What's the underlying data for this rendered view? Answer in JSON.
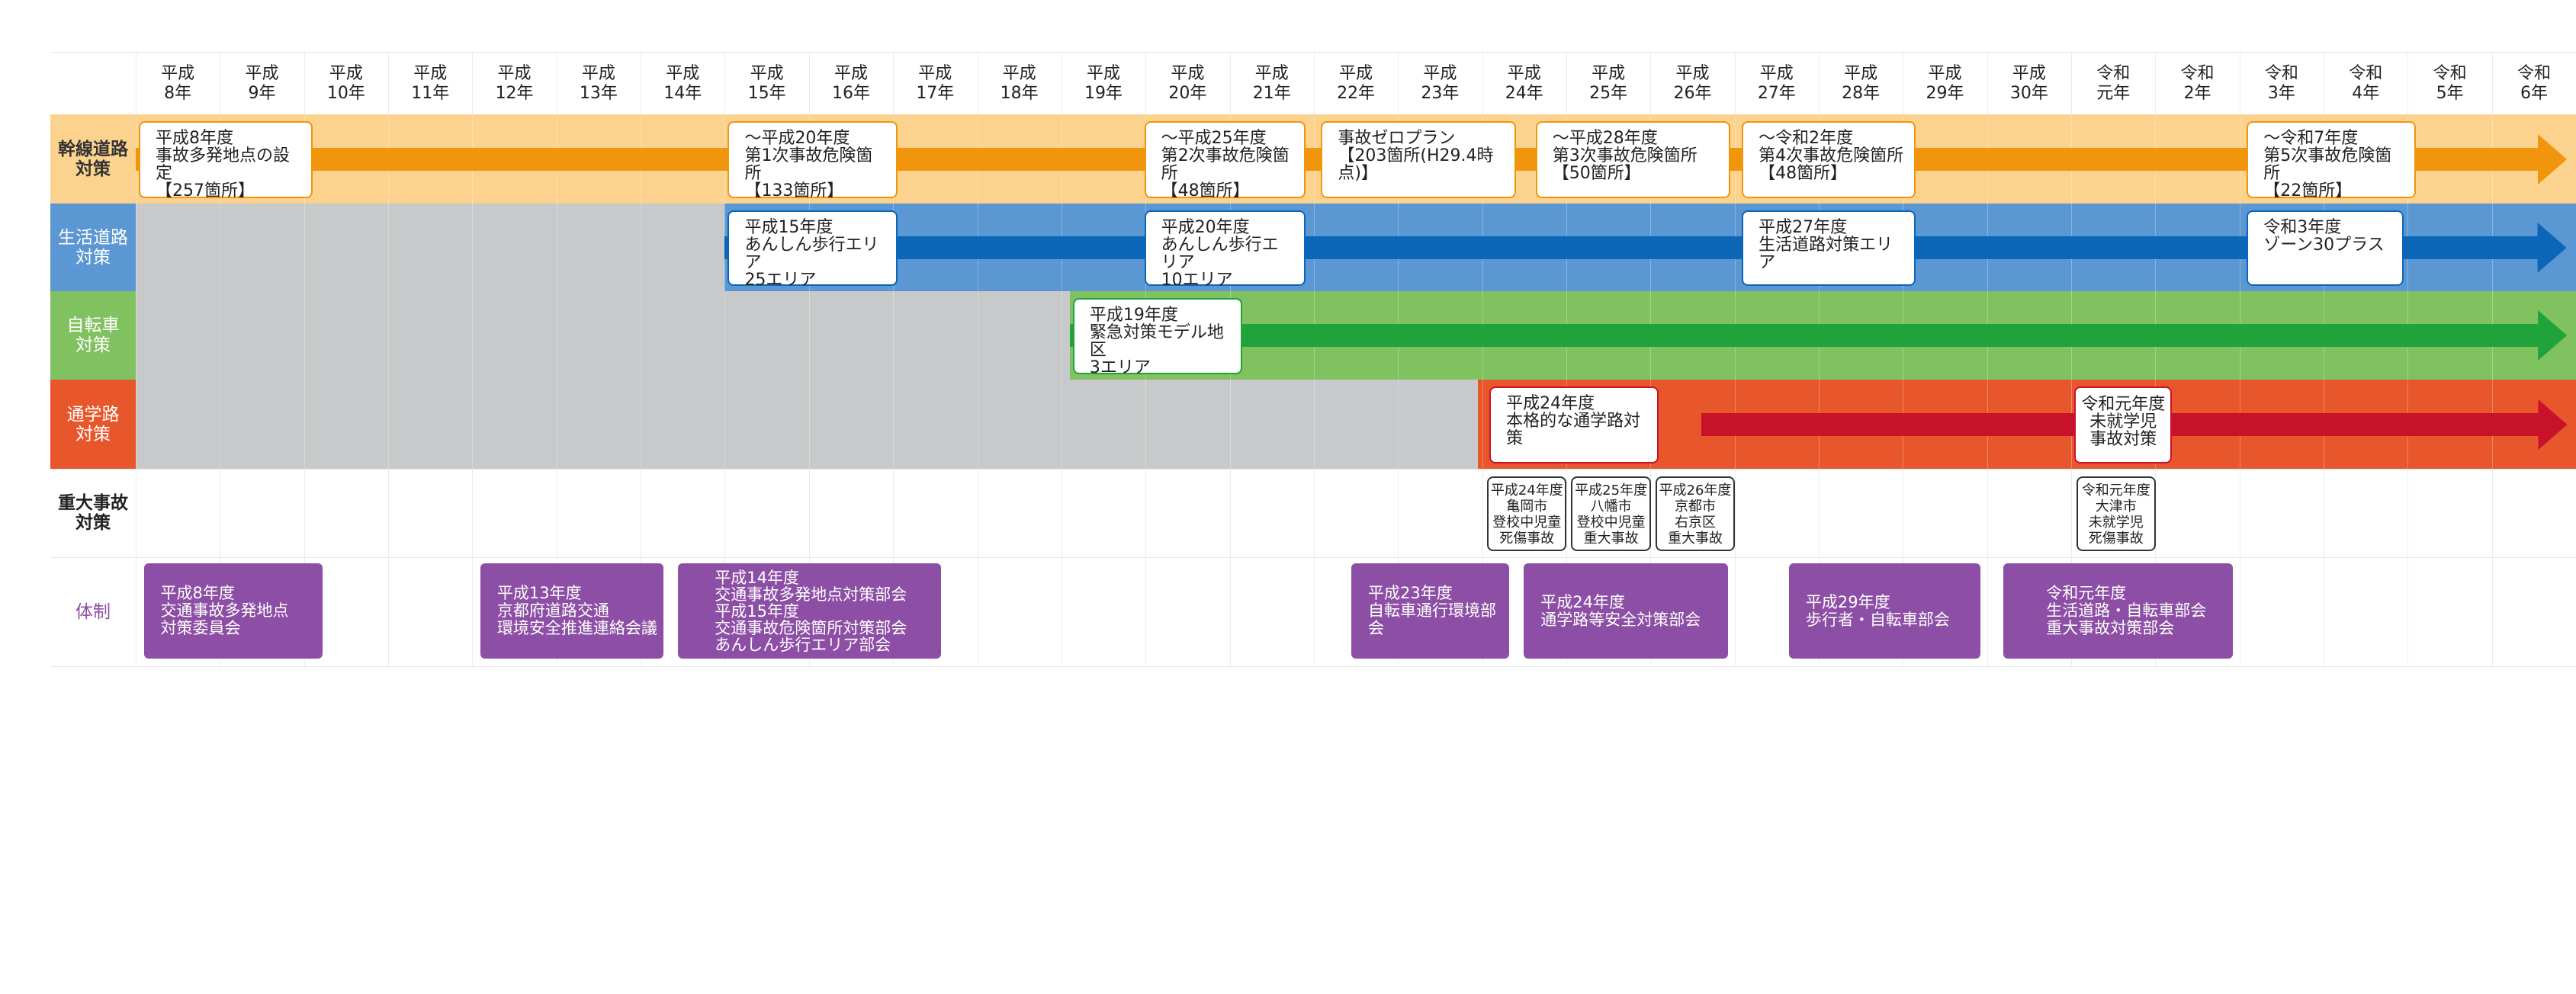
{
  "colors": {
    "kansen_band": "#fbd38e",
    "kansen_arrow": "#f0950c",
    "kansen_label": "#f0950c",
    "seikatsu_band": "#5b97d3",
    "seikatsu_arrow": "#0b66b8",
    "seikatsu_label": "#2a7cc7",
    "jitensha_band": "#80c160",
    "jitensha_arrow": "#1fa33a",
    "jitensha_label": "#3aa23a",
    "tsugaku_band": "#e8562c",
    "tsugaku_arrow": "#c8112b",
    "tsugaku_label": "#e8562c",
    "taisei_label": "#8d4fa5",
    "gray_zone": "#c8c9ca"
  },
  "years": [
    "平成\n8年",
    "平成\n9年",
    "平成\n10年",
    "平成\n11年",
    "平成\n12年",
    "平成\n13年",
    "平成\n14年",
    "平成\n15年",
    "平成\n16年",
    "平成\n17年",
    "平成\n18年",
    "平成\n19年",
    "平成\n20年",
    "平成\n21年",
    "平成\n22年",
    "平成\n23年",
    "平成\n24年",
    "平成\n25年",
    "平成\n26年",
    "平成\n27年",
    "平成\n28年",
    "平成\n29年",
    "平成\n30年",
    "令和\n元年",
    "令和\n2年",
    "令和\n3年",
    "令和\n4年",
    "令和\n5年",
    "令和\n6年"
  ],
  "rows": {
    "kansen": {
      "label": "幹線道路\n対策",
      "arrow_start_year": 0,
      "boxes": [
        {
          "text": "平成8年度\n事故多発地点の設定\n【257箇所】",
          "start_year": 0,
          "span_years": 2.1
        },
        {
          "text": "～平成20年度\n第1次事故危険箇所\n【133箇所】",
          "start_year": 7,
          "span_years": 2.05
        },
        {
          "text": "～平成25年度\n第2次事故危険箇所\n【48箇所】",
          "start_year": 11.95,
          "span_years": 1.95
        },
        {
          "text": "事故ゼロプラン\n【203箇所(H29.4時点)】",
          "start_year": 14.05,
          "span_years": 2.35
        },
        {
          "text": "～平成28年度\n第3次事故危険箇所\n【50箇所】",
          "start_year": 16.6,
          "span_years": 2.35
        },
        {
          "text": "～令和2年度\n第4次事故危険箇所\n【48箇所】",
          "start_year": 19.05,
          "span_years": 2.1
        },
        {
          "text": "～令和7年度\n第5次事故危険箇所\n【22箇所】",
          "start_year": 25.05,
          "span_years": 2.05
        }
      ]
    },
    "seikatsu": {
      "label": "生活道路\n対策",
      "gray_until_year": 7,
      "arrow_start_year": 7,
      "boxes": [
        {
          "text": "平成15年度\nあんしん歩行エリア\n25エリア",
          "start_year": 7,
          "span_years": 2.05
        },
        {
          "text": "平成20年度\nあんしん歩行エリア\n10エリア",
          "start_year": 11.95,
          "span_years": 1.95
        },
        {
          "text": "平成27年度\n生活道路対策エリア",
          "start_year": 19.05,
          "span_years": 2.1
        },
        {
          "text": "令和3年度\nゾーン30プラス",
          "start_year": 25.05,
          "span_years": 1.9
        }
      ]
    },
    "jitensha": {
      "label": "自転車\n対策",
      "gray_until_year": 11.1,
      "arrow_start_year": 11.1,
      "boxes": [
        {
          "text": "平成19年度\n緊急対策モデル地区\n3エリア",
          "start_year": 11.1,
          "span_years": 2.05
        }
      ]
    },
    "tsugaku": {
      "label": "通学路\n対策",
      "gray_until_year": 15.95,
      "arrow_start_year": 18.6,
      "boxes": [
        {
          "text": "平成24年度\n本格的な通学路対策",
          "start_year": 16.05,
          "span_years": 2.05
        },
        {
          "text": "令和元年度\n未就学児\n事故対策",
          "start_year": 23,
          "span_years": 1.2,
          "centered": true
        }
      ]
    },
    "juudai": {
      "label": "重大事故\n対策",
      "incidents": [
        {
          "text": "平成24年度\n亀岡市\n登校中児童\n死傷事故",
          "start_year": 16.05
        },
        {
          "text": "平成25年度\n八幡市\n登校中児童\n重大事故",
          "start_year": 17.05
        },
        {
          "text": "平成26年度\n京都市\n右京区\n重大事故",
          "start_year": 18.05
        },
        {
          "text": "令和元年度\n大津市\n未就学児\n死傷事故",
          "start_year": 23.05
        }
      ]
    },
    "taisei": {
      "label": "体制",
      "orgs": [
        {
          "text": "平成8年度\n交通事故多発地点\n対策委員会",
          "start_year": 0.05,
          "span_years": 2.2
        },
        {
          "text": "平成13年度\n京都府道路交通\n環境安全推進連絡会議",
          "start_year": 4.05,
          "span_years": 2.25
        },
        {
          "text": "平成14年度\n交通事故多発地点対策部会\n平成15年度\n交通事故危険箇所対策部会\nあんしん歩行エリア部会",
          "start_year": 6.4,
          "span_years": 3.2
        },
        {
          "text": "平成23年度\n自転車通行環境部会",
          "start_year": 14.4,
          "span_years": 1.95
        },
        {
          "text": "平成24年度\n通学路等安全対策部会",
          "start_year": 16.45,
          "span_years": 2.5
        },
        {
          "text": "平成29年度\n歩行者・自転車部会",
          "start_year": 19.6,
          "span_years": 2.35
        },
        {
          "text": "令和元年度\n生活道路・自転車部会\n重大事故対策部会",
          "start_year": 22.15,
          "span_years": 2.8,
          "centered": true
        }
      ]
    }
  }
}
